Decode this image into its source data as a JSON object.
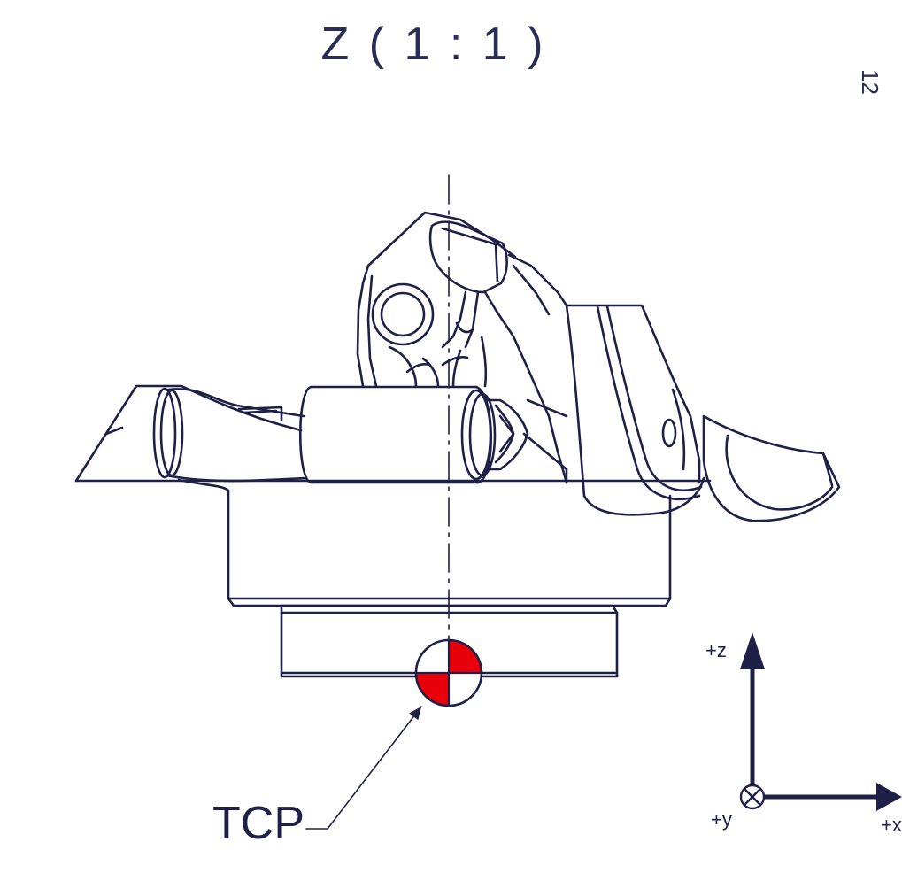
{
  "drawing": {
    "view_title": "Z ( 1 : 1 )",
    "edge_fragment": "12"
  },
  "callout": {
    "tcp_label": "TCP"
  },
  "axes": {
    "z_label": "+z",
    "y_label": "+y",
    "x_label": "+x"
  },
  "colors": {
    "line": "#1e2048",
    "tcp_fill": "#e8000b",
    "background": "#ffffff"
  }
}
